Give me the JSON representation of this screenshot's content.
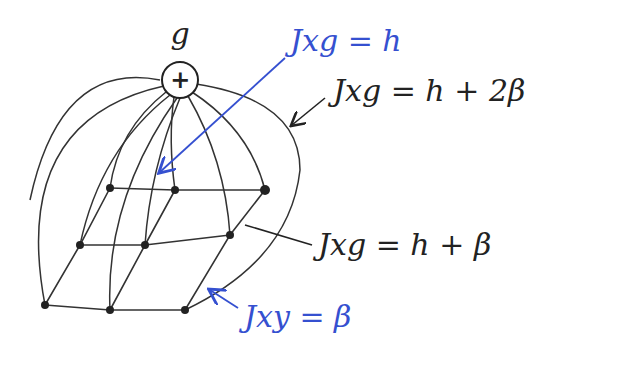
{
  "diagram": {
    "nodes": [
      {
        "text": [
          "g",
          "+"
        ]
      }
    ],
    "labels": [
      "Jxg = h",
      "Jxg = h + 2β",
      "Jxg = h + β",
      "Jxy = β"
    ]
  }
}
